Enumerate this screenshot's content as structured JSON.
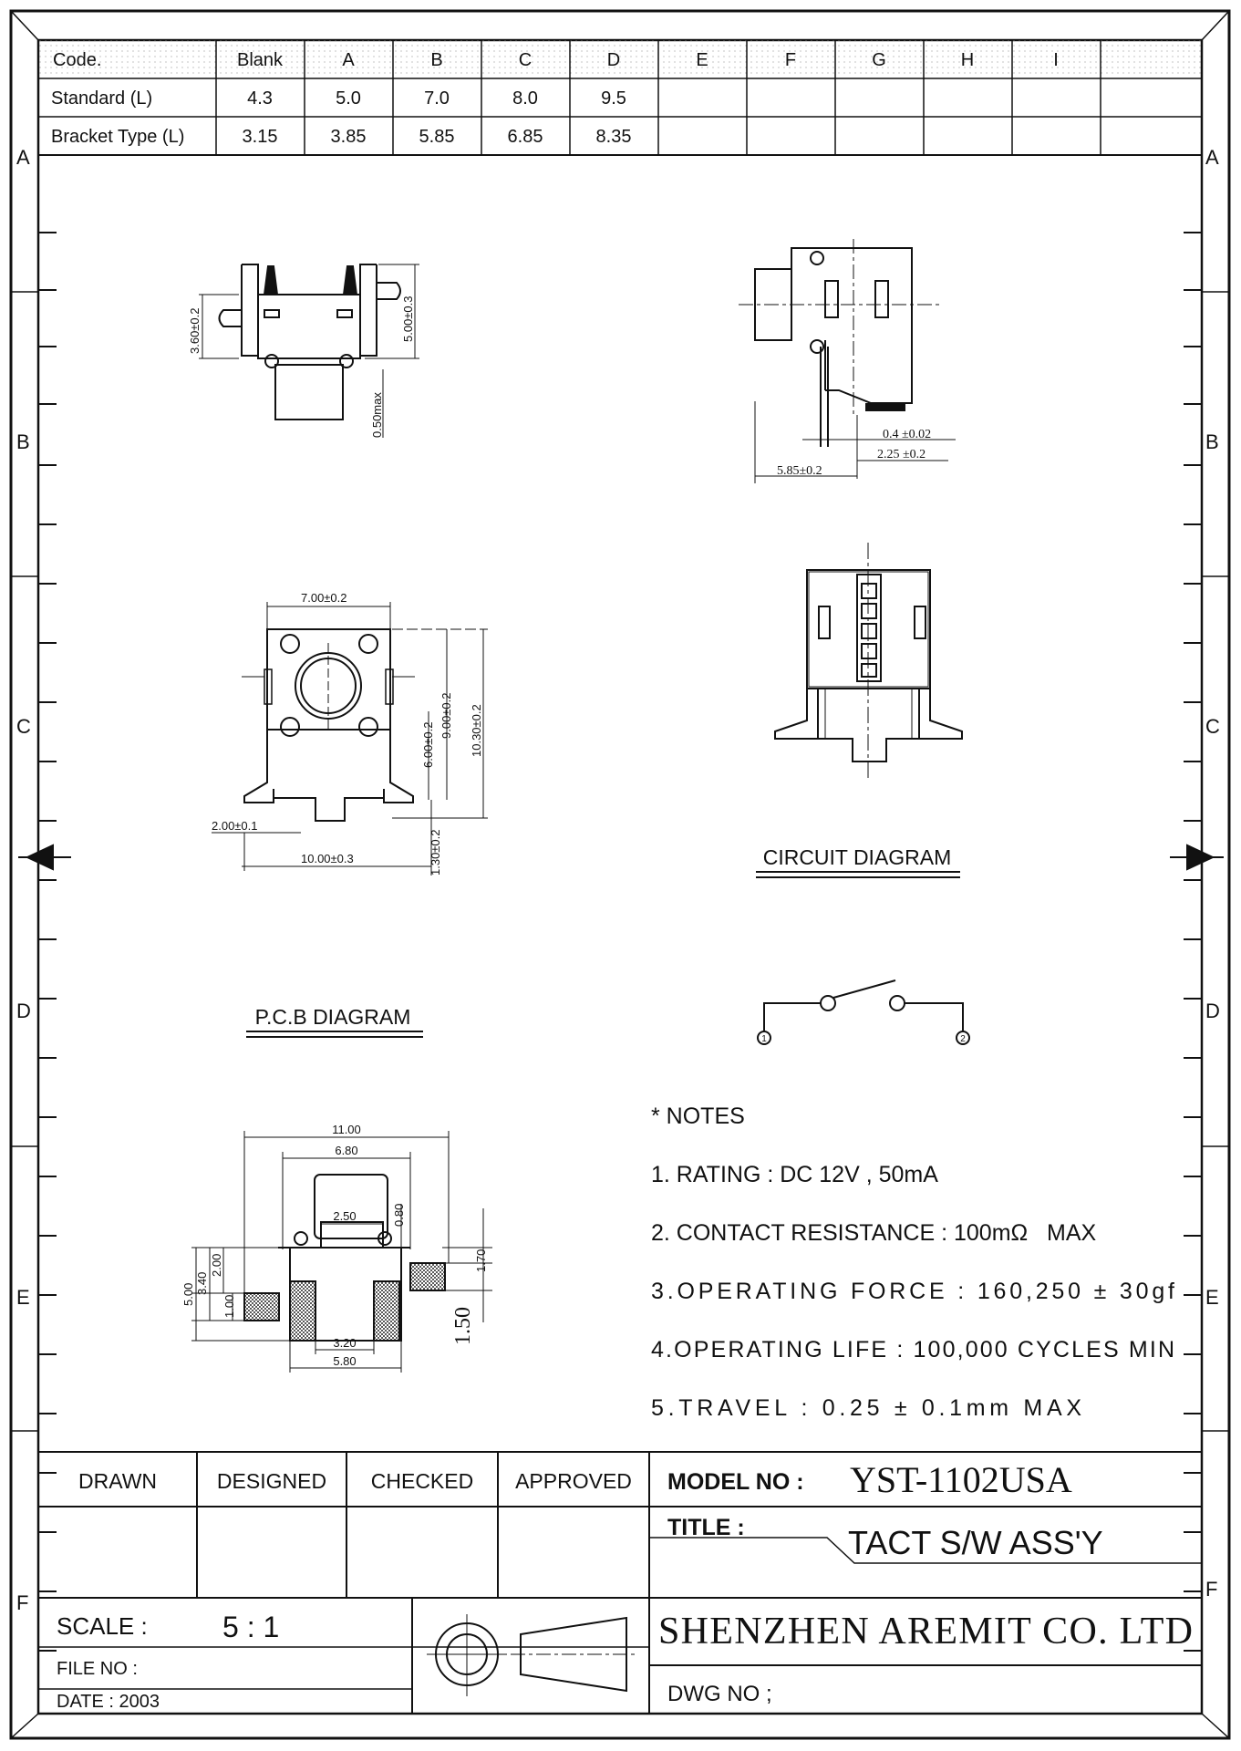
{
  "code_table": {
    "columns": [
      "Code.",
      "Blank",
      "A",
      "B",
      "C",
      "D",
      "E",
      "F",
      "G",
      "H",
      "I",
      ""
    ],
    "rows": [
      {
        "label": "Standard (L)",
        "values": [
          "4.3",
          "5.0",
          "7.0",
          "8.0",
          "9.5",
          "",
          "",
          "",
          "",
          "",
          ""
        ]
      },
      {
        "label": "Bracket Type (L)",
        "values": [
          "3.15",
          "3.85",
          "5.85",
          "6.85",
          "8.35",
          "",
          "",
          "",
          "",
          "",
          ""
        ]
      }
    ]
  },
  "zones": {
    "left": [
      "A",
      "B",
      "C",
      "D",
      "E",
      "F"
    ],
    "right": [
      "A",
      "B",
      "C",
      "D",
      "E",
      "F"
    ]
  },
  "views": {
    "front": {
      "dims": [
        "3.60±0.2",
        "5.00±0.3",
        "0.50max"
      ]
    },
    "side": {
      "dims": [
        "0.4 ±0.02",
        "2.25 ±0.2",
        "5.85±0.2"
      ]
    },
    "top": {
      "dims": [
        "7.00±0.2",
        "6.00±0.2",
        "9.00±0.2",
        "10.30±0.2",
        "2.00±0.1",
        "10.00±0.3",
        "1.30±0.2"
      ]
    },
    "pcb": {
      "title": "P.C.B DIAGRAM",
      "dims": [
        "11.00",
        "6.80",
        "2.50",
        "0.80",
        "1.70",
        "5.00",
        "3.40",
        "2.00",
        "1.00",
        "1.50",
        "3.20",
        "5.80"
      ]
    },
    "circuit": {
      "title": "CIRCUIT DIAGRAM",
      "pins": [
        "1",
        "2"
      ]
    }
  },
  "notes": {
    "heading": "* NOTES",
    "items": [
      "1. RATING : DC 12V , 50mA",
      "2. CONTACT RESISTANCE : 100mΩ   MAX",
      "3.OPERATING FORCE : 160,250 ± 30gf",
      "4.OPERATING LIFE : 100,000 CYCLES MIN",
      "5.TRAVEL : 0.25 ± 0.1mm MAX"
    ]
  },
  "title_block": {
    "drawn": "DRAWN",
    "designed": "DESIGNED",
    "checked": "CHECKED",
    "approved": "APPROVED",
    "model_label": "MODEL NO :",
    "model_value": "YST-1102USA",
    "title_label": "TITLE :",
    "title_value": "TACT S/W ASS'Y",
    "scale_label": "SCALE :",
    "scale_value": "5 : 1",
    "file_label": "FILE NO :",
    "date_label": "DATE : 2003",
    "company": "SHENZHEN AREMIT CO. LTD",
    "dwg_label": "DWG NO ;"
  },
  "colors": {
    "ink": "#111111",
    "paper": "#ffffff",
    "hatch": "#333333"
  }
}
